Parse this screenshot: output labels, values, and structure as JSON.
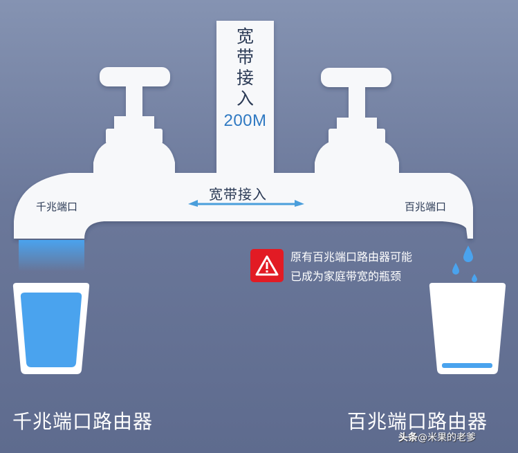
{
  "top_inlet": {
    "chars": [
      "宽",
      "带",
      "接",
      "入"
    ],
    "speed": "200M"
  },
  "pipe": {
    "label": "宽带接入",
    "left_port": "千兆端口",
    "right_port": "百兆端口"
  },
  "warning": {
    "icon": "warning-triangle-icon",
    "line1": "原有百兆端口路由器可能",
    "line2": "已成为家庭带宽的瓶颈",
    "color": "#e21b24"
  },
  "captions": {
    "left": "千兆端口路由器",
    "right": "百兆端口路由器"
  },
  "watermark": {
    "brand": "头条",
    "handle": "@米果的老爹"
  },
  "colors": {
    "background": "#6b789a",
    "water": "#4aa3ee",
    "pipe": "#f7f8fa",
    "text_dark": "#2b3a55",
    "speed": "#2f79c2"
  }
}
